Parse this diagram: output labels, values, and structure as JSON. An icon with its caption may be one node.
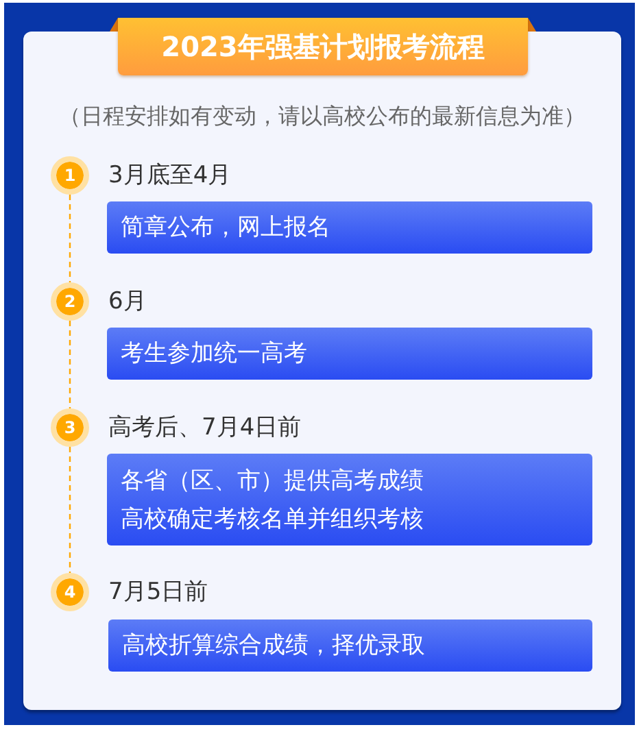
{
  "diagram": {
    "title": "2023年强基计划报考流程",
    "nodes": [
      {
        "text": [
          "1"
        ],
        "beside": [
          "3月底至4月"
        ]
      },
      {
        "text": [
          "简章公布，网上报名"
        ]
      },
      {
        "text": [
          "2"
        ],
        "beside": [
          "6月"
        ]
      },
      {
        "text": [
          "考生参加统一高考"
        ]
      },
      {
        "text": [
          "3"
        ],
        "beside": [
          "高考后、7月4日前"
        ]
      },
      {
        "text": [
          "各省（区、市）提供高考成绩",
          "高校确定考核名单并组织考核"
        ]
      },
      {
        "text": [
          "4"
        ],
        "beside": [
          "7月5日前"
        ]
      },
      {
        "text": [
          "高校折算综合成绩，择优录取"
        ]
      }
    ],
    "edges": [
      {
        "from": 0,
        "to": 2,
        "arrow": "none",
        "style": "dashed"
      },
      {
        "from": 2,
        "to": 4,
        "arrow": "none",
        "style": "dashed"
      },
      {
        "from": 4,
        "to": 6,
        "arrow": "none",
        "style": "dashed"
      }
    ],
    "labels": [
      "（日程安排如有变动，请以高校公布的最新信息为准）"
    ]
  }
}
